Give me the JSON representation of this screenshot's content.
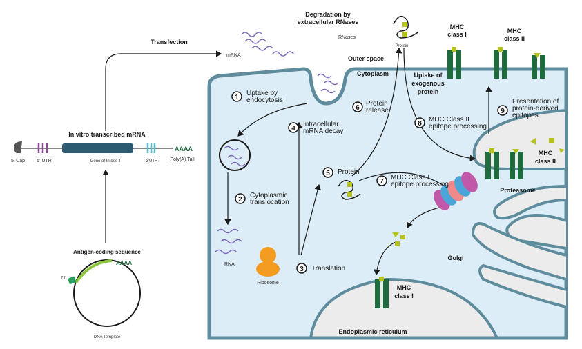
{
  "colors": {
    "cytoplasm": "#dcedf7",
    "membrane": "#5f8c9c",
    "organelle": "#ececec",
    "mhc": "#1f6b3e",
    "antigen": "#b6c21c",
    "gene": "#2c5a70",
    "rnase": "#2ba8dc"
  },
  "left": {
    "transfection": "Transfection",
    "ivt_title": "In vitro transcribed mRNA",
    "cap": "5' Cap",
    "utr5": "5' UTR",
    "gene": "Gene of Intoes T",
    "utr3": "3'UTR",
    "polya_seq": "AAAA",
    "polya": "Poly(A) Tail",
    "antigen_seq": "Antigen-coding sequence",
    "t7": "T7",
    "plasmid_polya": "AAAA",
    "dna_template": "DNA Template"
  },
  "outside": {
    "degradation": "Degradation by",
    "degradation2": "extracellular RNases",
    "rnases": "RNases",
    "mrna": "mRNA",
    "protein": "Protein",
    "outer_space": "Outer space",
    "mhc1": "MHC",
    "mhc1b": "class I",
    "mhc2": "MHC",
    "mhc2b": "class II"
  },
  "cell": {
    "cytoplasm": "Cytoplasm",
    "uptake_exo": "Uptake of",
    "uptake_exo2": "exogenous",
    "uptake_exo3": "protein",
    "steps": [
      {
        "n": "1",
        "l1": "Uptake by",
        "l2": "endocytosis"
      },
      {
        "n": "2",
        "l1": "Cytoplasmic",
        "l2": "translocation"
      },
      {
        "n": "3",
        "l1": "Translation",
        "l2": ""
      },
      {
        "n": "4",
        "l1": "Intracellular",
        "l2": "mRNA decay"
      },
      {
        "n": "5",
        "l1": "Protein",
        "l2": ""
      },
      {
        "n": "6",
        "l1": "Protein",
        "l2": "release"
      },
      {
        "n": "7",
        "l1": "MHC Class I",
        "l2": "epitope processing"
      },
      {
        "n": "8",
        "l1": "MHC Class II",
        "l2": "epitope processing"
      },
      {
        "n": "9",
        "l1": "Presentation of",
        "l2": "protein-derived",
        "l3": "epitopes"
      }
    ],
    "rna": "RNA",
    "ribosome": "Ribosome",
    "proteasome": "Proteasome",
    "golgi": "Golgi",
    "er": "Endoplasmic reticulum",
    "mhc2_in": "MHC",
    "mhc2_inb": "class II",
    "mhc1_in": "MHC",
    "mhc1_inb": "class I"
  }
}
